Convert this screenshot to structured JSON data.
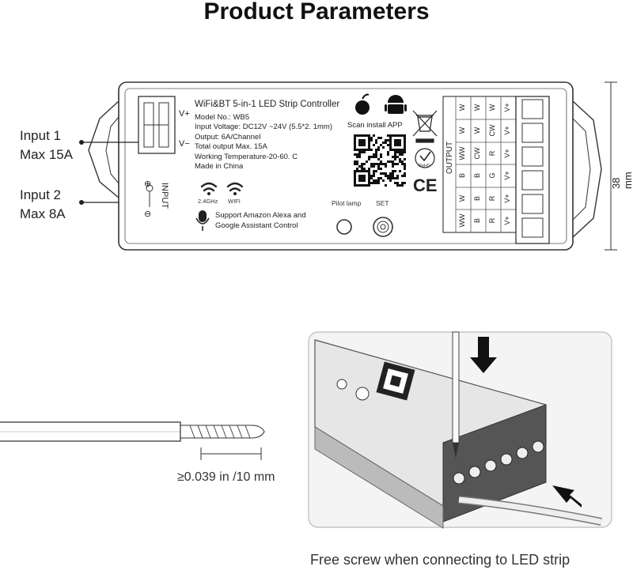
{
  "page": {
    "title": "Product Parameters",
    "dimension": "38 mm",
    "strip_caption": "≥0.039 in /10 mm",
    "photo_caption": "Free screw when connecting to LED strip"
  },
  "inputs": {
    "input1": [
      "Input 1",
      "Max 15A"
    ],
    "input2": [
      "Input 2",
      "Max 8A"
    ],
    "v_plus": "V+",
    "v_minus": "V−",
    "input_label": "INPUT",
    "plus": "⊕",
    "minus": "⊖"
  },
  "label": {
    "name": "WiFi&BT 5-in-1 LED Strip Controller",
    "specs": [
      "Model No.: WB5",
      "Input Voltage: DC12V ~24V (5.5*2. 1mm)",
      "Output: 6A/Channel",
      "Total output Max. 15A",
      "Working Temperature-20-60. C",
      "Made in China"
    ],
    "scan": "Scan install APP",
    "wifi_24": "2.4GHz",
    "wifi": "WIFI",
    "alexa": [
      "Support Amazon Alexa and",
      "Google Assistant Control"
    ],
    "pilot": "Pilot lamp",
    "set": "SET",
    "rohs": "RoHS",
    "ce": "CE"
  },
  "output_table": {
    "header": "OUTPUT",
    "columns": [
      [
        "V+",
        "W",
        "W",
        "W"
      ],
      [
        "V+",
        "CW",
        "W",
        "W"
      ],
      [
        "V+",
        "R",
        "CW",
        "WW"
      ],
      [
        "V+",
        "G",
        "B",
        "B"
      ],
      [
        "V+",
        "R",
        "B",
        "W"
      ],
      [
        "V+",
        "R",
        "B",
        "WW"
      ]
    ]
  }
}
